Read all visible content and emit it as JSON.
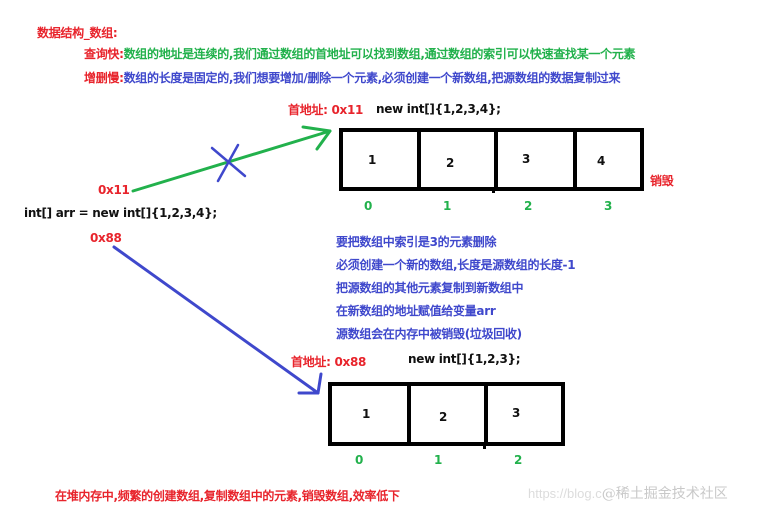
{
  "header": {
    "title": "数据结构_数组:",
    "fast_query": {
      "label": "查询快:",
      "text": "数组的地址是连续的,我们通过数组的首地址可以找到数组,通过数组的索引可以快速查找某一个元素"
    },
    "slow_modify": {
      "label": "增删慢:",
      "text": "数组的长度是固定的,我们想要增加/删除一个元素,必须创建一个新数组,把源数组的数据复制过来"
    }
  },
  "variable": {
    "declaration": "int[] arr = new int[]{1,2,3,4};",
    "old_address": "0x11",
    "new_address": "0x88"
  },
  "array_original": {
    "address_label": "首地址: 0x11",
    "code": "new int[]{1,2,3,4};",
    "values": [
      "1",
      "2",
      "3",
      "4"
    ],
    "indices": [
      "0",
      "1",
      "2",
      "3"
    ],
    "status": "销毁"
  },
  "steps": [
    "要把数组中索引是3的元素删除",
    "必须创建一个新的数组,长度是源数组的长度-1",
    "把源数组的其他元素复制到新数组中",
    "在新数组的地址赋值给变量arr",
    "源数组会在内存中被销毁(垃圾回收)"
  ],
  "array_new": {
    "address_label": "首地址: 0x88",
    "code": "new int[]{1,2,3};",
    "values": [
      "1",
      "2",
      "3"
    ],
    "indices": [
      "0",
      "1",
      "2"
    ]
  },
  "footer": {
    "conclusion": "在堆内存中,频繁的创建数组,复制数组中的元素,销毁数组,效率低下",
    "watermark_url": "https://blog.c",
    "watermark": "@稀土掘金技术社区"
  },
  "colors": {
    "red": "#e8242c",
    "green": "#22b14c",
    "blue": "#3f48cc",
    "black": "#000000"
  }
}
